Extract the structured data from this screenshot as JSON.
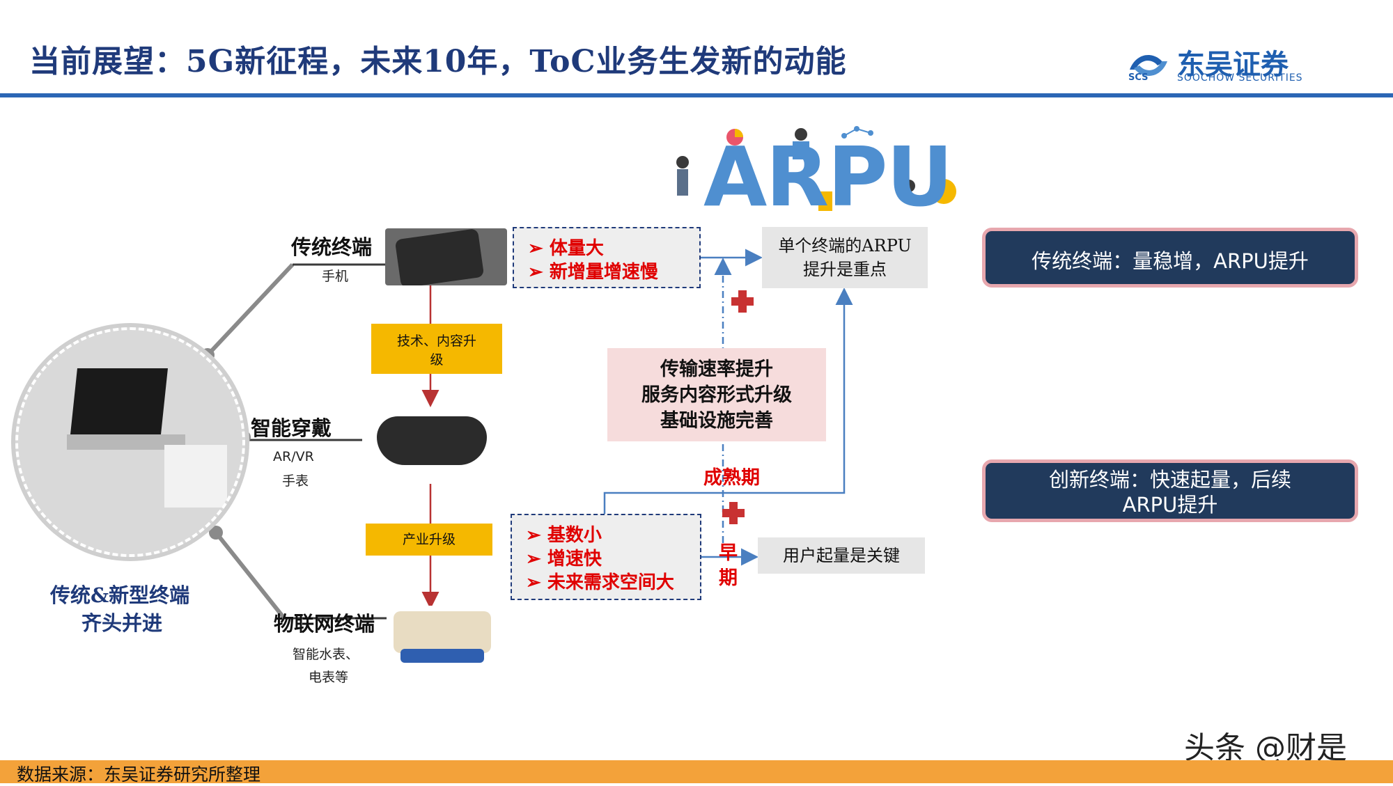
{
  "header": {
    "title": "当前展望：5G新征程，未来10年，ToC业务生发新的动能",
    "logo_cn": "东吴证券",
    "logo_en": "SOOCHOW SECURITIES",
    "logo_abbr": "SCS"
  },
  "arpu_graphic": {
    "text": "ARPU"
  },
  "left_hub": {
    "label_line1": "传统&新型终端",
    "label_line2": "齐头并进"
  },
  "categories": {
    "traditional": {
      "title": "传统终端",
      "sub": "手机"
    },
    "wearable": {
      "title": "智能穿戴",
      "sub_line1": "AR/VR",
      "sub_line2": "手表"
    },
    "iot": {
      "title": "物联网终端",
      "sub_line1": "智能水表、",
      "sub_line2": "电表等"
    }
  },
  "steps": {
    "upgrade1_line1": "技术、内容升",
    "upgrade1_line2": "级",
    "upgrade2": "产业升级"
  },
  "top_box": {
    "items": [
      "体量大",
      "新增量增速慢"
    ],
    "marker": "➢"
  },
  "bottom_box": {
    "items": [
      "基数小",
      "增速快",
      "未来需求空间大"
    ],
    "marker": "➢"
  },
  "middle_box": {
    "lines": [
      "传输速率提升",
      "服务内容形式升级",
      "基础设施完善"
    ]
  },
  "result_top": {
    "line1": "单个终端的ARPU",
    "line2": "提升是重点"
  },
  "result_bottom": {
    "text": "用户起量是关键"
  },
  "phase_labels": {
    "mature": "成熟期",
    "early_1": "早",
    "early_2": "期"
  },
  "cards": {
    "traditional": "传统终端：量稳增，ARPU提升",
    "innovative_line1": "创新终端：快速起量，后续",
    "innovative_line2": "ARPU提升"
  },
  "footer": {
    "source": "数据来源：东吴证券研究所整理",
    "watermark": "头条 @财是"
  },
  "colors": {
    "title_blue": "#1f3a7a",
    "rule_blue": "#2b66b5",
    "accent_red": "#e00000",
    "card_navy": "#213a5c",
    "footer_orange": "#f3a23a",
    "yellow": "#f5b800"
  }
}
